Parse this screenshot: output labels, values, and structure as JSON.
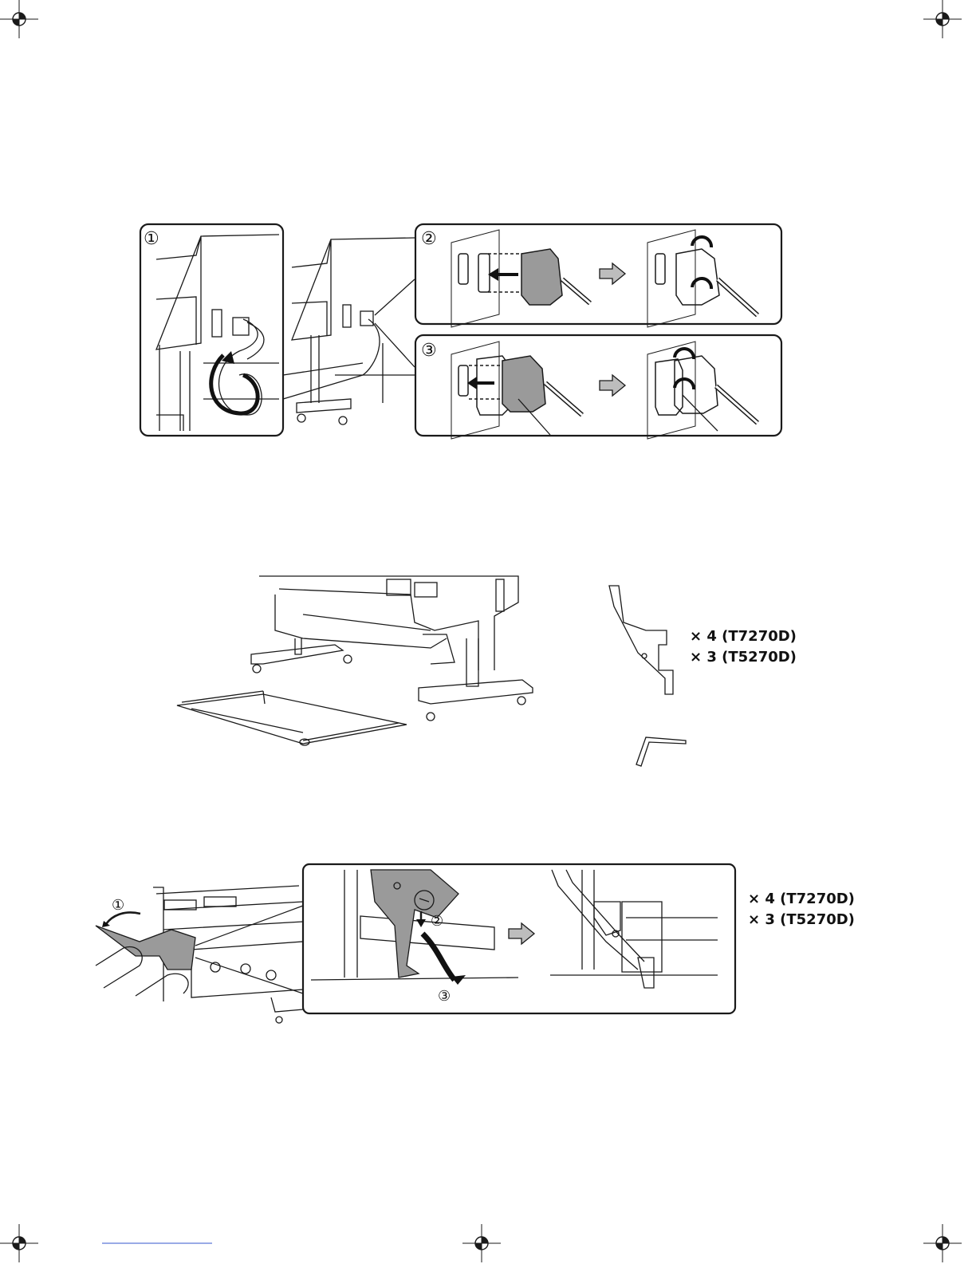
{
  "figure1": {
    "step_markers": [
      "①",
      "②",
      "③"
    ]
  },
  "figure2": {
    "quantity_lines": [
      "× 4 (T7270D)",
      "× 3 (T5270D)"
    ]
  },
  "figure3": {
    "step_markers": [
      "①",
      "②",
      "③"
    ],
    "quantity_lines": [
      "× 4 (T7270D)",
      "× 3 (T5270D)"
    ]
  },
  "icons": {
    "registration_mark": "crosshair-registration-icon",
    "next_arrow": "right-arrow-icon"
  },
  "colors": {
    "line": "#1a1a1a",
    "arrow_fill": "#bdbdbd",
    "connector_fill": "#9a9a9a",
    "link_rule": "#3355cc"
  }
}
